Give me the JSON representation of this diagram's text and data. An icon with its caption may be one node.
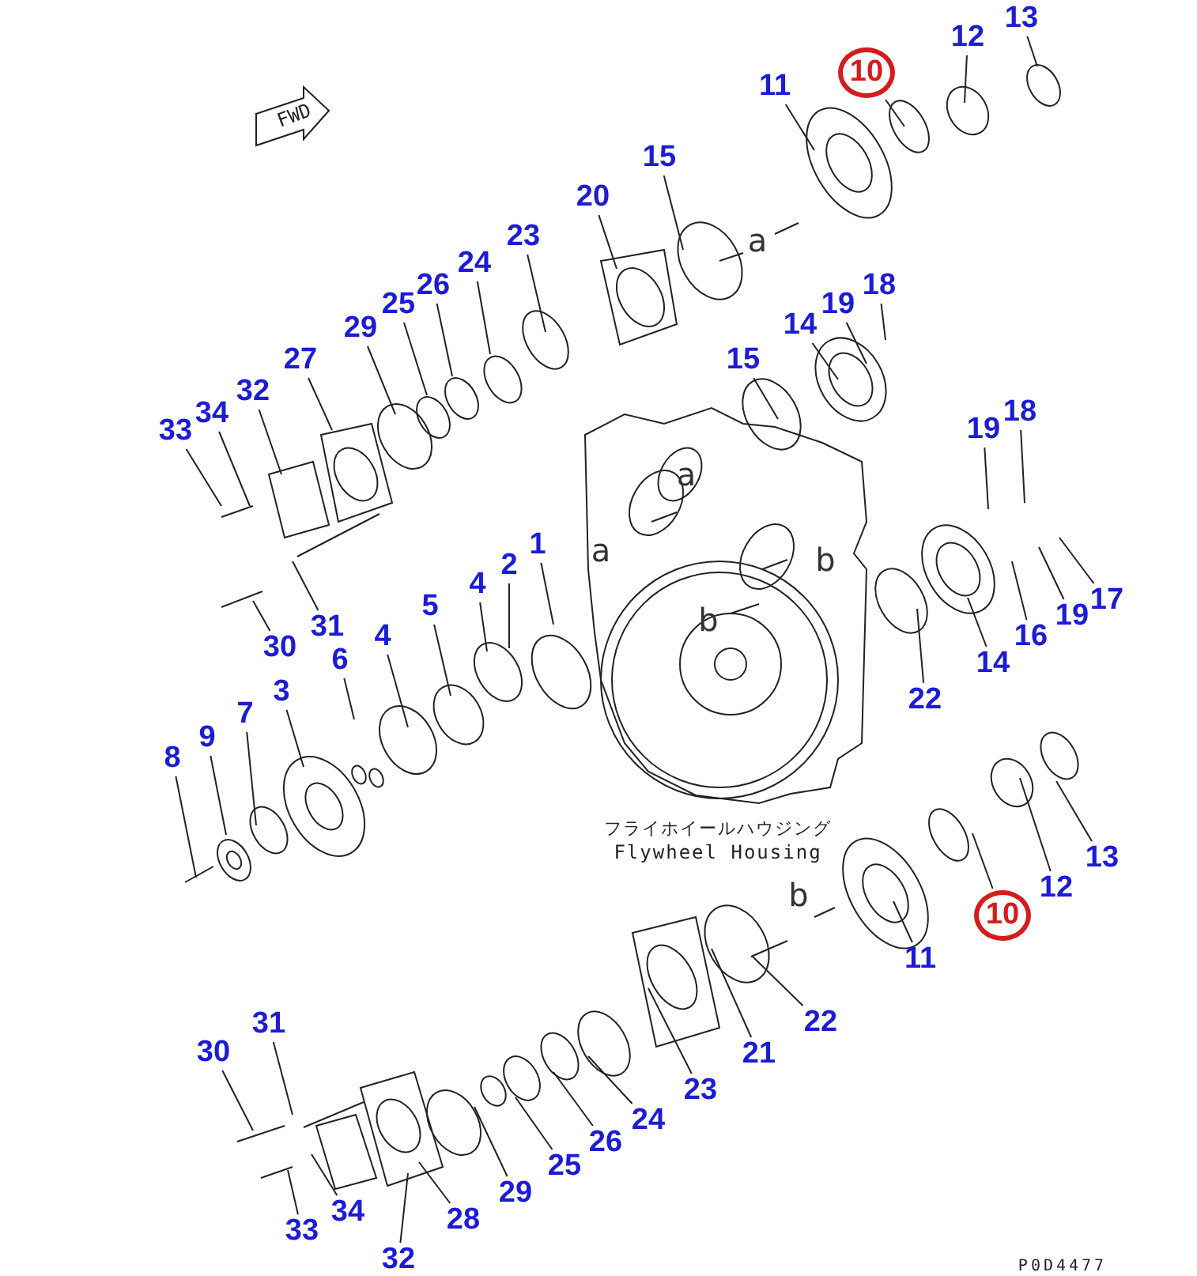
{
  "diagram": {
    "nodes": [
      {
        "text": [
          "13"
        ]
      },
      {
        "text": [
          "12"
        ]
      },
      {
        "text": [
          "10"
        ]
      },
      {
        "text": [
          "11"
        ]
      },
      {
        "text": [
          "15"
        ]
      },
      {
        "text": [
          "20"
        ]
      },
      {
        "text": [
          "23"
        ]
      },
      {
        "text": [
          "24"
        ]
      },
      {
        "text": [
          "26"
        ]
      },
      {
        "text": [
          "25"
        ]
      },
      {
        "text": [
          "29"
        ]
      },
      {
        "text": [
          "27"
        ]
      },
      {
        "text": [
          "32"
        ]
      },
      {
        "text": [
          "34"
        ]
      },
      {
        "text": [
          "33"
        ]
      },
      {
        "text": [
          "18"
        ]
      },
      {
        "text": [
          "19"
        ]
      },
      {
        "text": [
          "14"
        ]
      },
      {
        "text": [
          "15"
        ]
      },
      {
        "text": [
          "19"
        ]
      },
      {
        "text": [
          "18"
        ]
      },
      {
        "text": [
          "17"
        ]
      },
      {
        "text": [
          "19"
        ]
      },
      {
        "text": [
          "16"
        ]
      },
      {
        "text": [
          "14"
        ]
      },
      {
        "text": [
          "22"
        ]
      },
      {
        "text": [
          "1"
        ]
      },
      {
        "text": [
          "2"
        ]
      },
      {
        "text": [
          "4"
        ]
      },
      {
        "text": [
          "5"
        ]
      },
      {
        "text": [
          "4"
        ]
      },
      {
        "text": [
          "6"
        ]
      },
      {
        "text": [
          "3"
        ]
      },
      {
        "text": [
          "7"
        ]
      },
      {
        "text": [
          "9"
        ]
      },
      {
        "text": [
          "8"
        ]
      },
      {
        "text": [
          "30"
        ]
      },
      {
        "text": [
          "31"
        ]
      },
      {
        "text": [
          "13"
        ]
      },
      {
        "text": [
          "12"
        ]
      },
      {
        "text": [
          "10"
        ]
      },
      {
        "text": [
          "11"
        ]
      },
      {
        "text": [
          "22"
        ]
      },
      {
        "text": [
          "21"
        ]
      },
      {
        "text": [
          "23"
        ]
      },
      {
        "text": [
          "24"
        ]
      },
      {
        "text": [
          "26"
        ]
      },
      {
        "text": [
          "25"
        ]
      },
      {
        "text": [
          "29"
        ]
      },
      {
        "text": [
          "28"
        ]
      },
      {
        "text": [
          "32"
        ]
      },
      {
        "text": [
          "34"
        ]
      },
      {
        "text": [
          "33"
        ]
      },
      {
        "text": [
          "30"
        ]
      },
      {
        "text": [
          "31"
        ]
      }
    ],
    "edges": [
      {
        "from": 0,
        "to": null,
        "arrow": "none"
      },
      {
        "from": 1,
        "to": null,
        "arrow": "none"
      },
      {
        "from": 2,
        "to": null,
        "arrow": "none"
      },
      {
        "from": 3,
        "to": null,
        "arrow": "none"
      },
      {
        "from": 4,
        "to": null,
        "arrow": "none"
      },
      {
        "from": 5,
        "to": null,
        "arrow": "none"
      },
      {
        "from": 6,
        "to": null,
        "arrow": "none"
      },
      {
        "from": 7,
        "to": null,
        "arrow": "none"
      },
      {
        "from": 8,
        "to": null,
        "arrow": "none"
      },
      {
        "from": 9,
        "to": null,
        "arrow": "none"
      },
      {
        "from": 10,
        "to": null,
        "arrow": "none"
      },
      {
        "from": 11,
        "to": null,
        "arrow": "none"
      },
      {
        "from": 12,
        "to": null,
        "arrow": "none"
      },
      {
        "from": 13,
        "to": null,
        "arrow": "none"
      },
      {
        "from": 14,
        "to": null,
        "arrow": "none"
      },
      {
        "from": 15,
        "to": null,
        "arrow": "none"
      },
      {
        "from": 16,
        "to": null,
        "arrow": "none"
      },
      {
        "from": 17,
        "to": null,
        "arrow": "none"
      },
      {
        "from": 18,
        "to": null,
        "arrow": "none"
      },
      {
        "from": 19,
        "to": null,
        "arrow": "none"
      },
      {
        "from": 20,
        "to": null,
        "arrow": "none"
      },
      {
        "from": 21,
        "to": null,
        "arrow": "none"
      },
      {
        "from": 22,
        "to": null,
        "arrow": "none"
      },
      {
        "from": 23,
        "to": null,
        "arrow": "none"
      },
      {
        "from": 24,
        "to": null,
        "arrow": "none"
      },
      {
        "from": 25,
        "to": null,
        "arrow": "none"
      },
      {
        "from": 26,
        "to": null,
        "arrow": "none"
      },
      {
        "from": 27,
        "to": null,
        "arrow": "none"
      },
      {
        "from": 28,
        "to": null,
        "arrow": "none"
      },
      {
        "from": 29,
        "to": null,
        "arrow": "none"
      },
      {
        "from": 30,
        "to": null,
        "arrow": "none"
      },
      {
        "from": 31,
        "to": null,
        "arrow": "none"
      },
      {
        "from": 32,
        "to": null,
        "arrow": "none"
      },
      {
        "from": 33,
        "to": null,
        "arrow": "none"
      },
      {
        "from": 34,
        "to": null,
        "arrow": "none"
      },
      {
        "from": 35,
        "to": null,
        "arrow": "none"
      },
      {
        "from": 36,
        "to": null,
        "arrow": "none"
      },
      {
        "from": 37,
        "to": null,
        "arrow": "none"
      },
      {
        "from": 38,
        "to": null,
        "arrow": "none"
      },
      {
        "from": 39,
        "to": null,
        "arrow": "none"
      },
      {
        "from": 40,
        "to": null,
        "arrow": "none"
      },
      {
        "from": 41,
        "to": null,
        "arrow": "none"
      },
      {
        "from": 42,
        "to": null,
        "arrow": "none"
      },
      {
        "from": 43,
        "to": null,
        "arrow": "none"
      },
      {
        "from": 44,
        "to": null,
        "arrow": "none"
      },
      {
        "from": 45,
        "to": null,
        "arrow": "none"
      },
      {
        "from": 46,
        "to": null,
        "arrow": "none"
      },
      {
        "from": 47,
        "to": null,
        "arrow": "none"
      },
      {
        "from": 48,
        "to": null,
        "arrow": "none"
      },
      {
        "from": 49,
        "to": null,
        "arrow": "none"
      },
      {
        "from": 50,
        "to": null,
        "arrow": "none"
      },
      {
        "from": 51,
        "to": null,
        "arrow": "none"
      },
      {
        "from": 52,
        "to": null,
        "arrow": "none"
      },
      {
        "from": 53,
        "to": null,
        "arrow": "none"
      },
      {
        "from": 54,
        "to": null,
        "arrow": "none"
      }
    ],
    "labels": [
      "FWD",
      "a",
      "a",
      "a",
      "b",
      "b",
      "b",
      "フライホイールハウジング",
      "Flywheel Housing",
      "P0D4477"
    ]
  }
}
